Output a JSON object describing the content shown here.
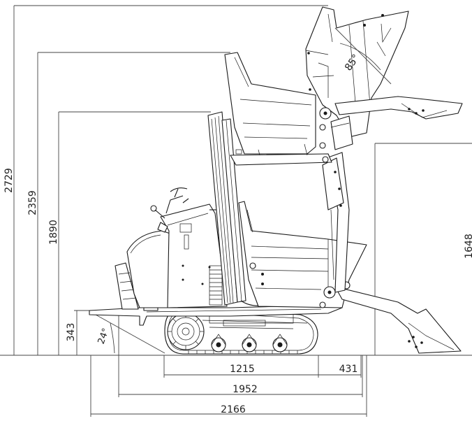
{
  "dimensions": {
    "height_max": "2729",
    "height_mid": "2359",
    "height_low": "1890",
    "deck_height": "343",
    "track_length": "1215",
    "reach_front": "431",
    "length_mid": "1952",
    "length_total": "2166",
    "dump_height": "1648"
  },
  "angles": {
    "ramp_angle": "24°",
    "dump_angle": "85°"
  },
  "colors": {
    "line": "#1a1a1a",
    "dimension_line": "#444444",
    "background": "#ffffff"
  }
}
